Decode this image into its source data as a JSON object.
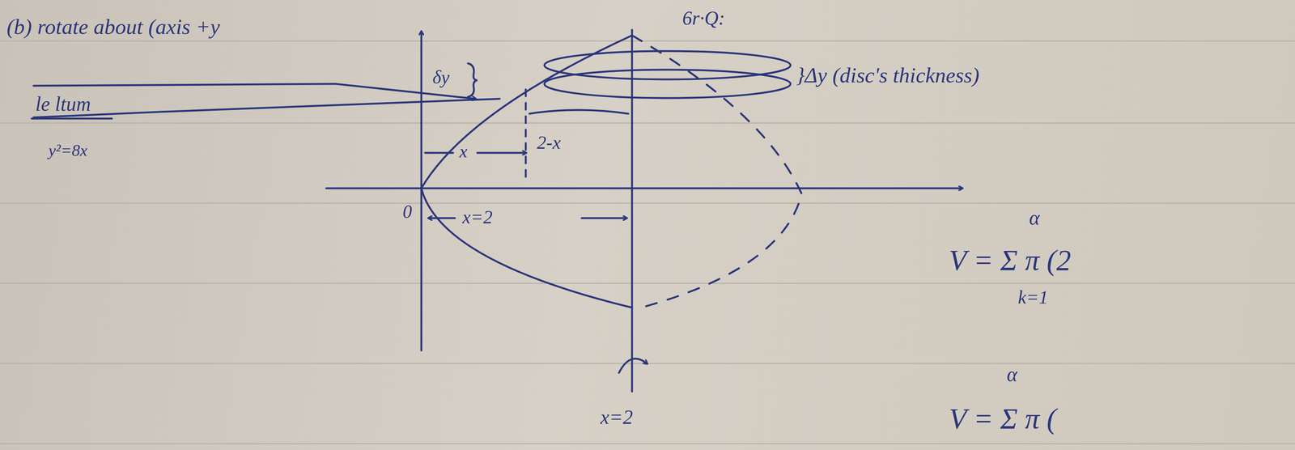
{
  "diagram": {
    "labels": [
      "(b) rotate about (axis +y",
      "le ltum",
      "y²=8x",
      "δy",
      "6r·Q:",
      "}Δy (disc's thickness)",
      "x",
      "2-x",
      "0",
      "x=2",
      "x=2",
      "α",
      "V = Σ π (2",
      "k=1",
      "α",
      "V = Σ π ("
    ]
  }
}
